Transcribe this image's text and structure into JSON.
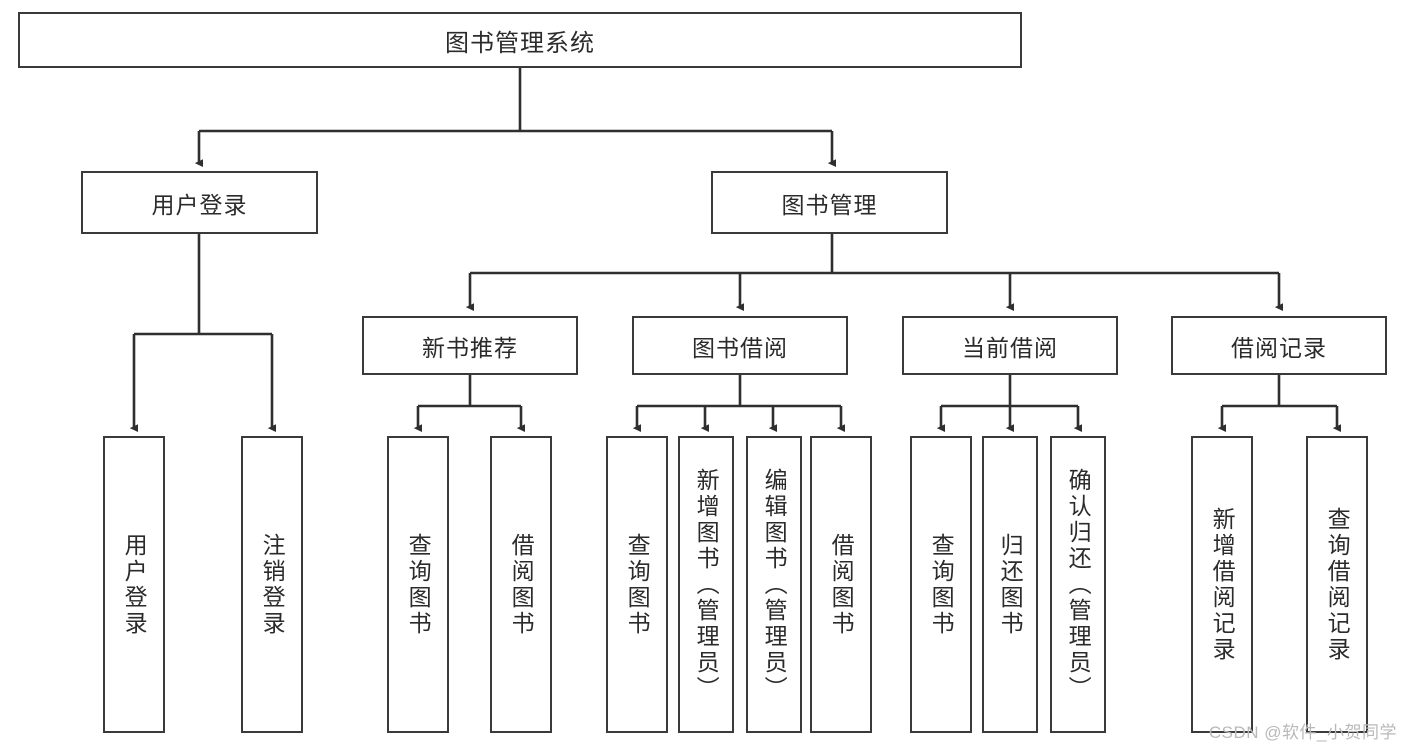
{
  "diagram": {
    "title": "图书管理系统",
    "type": "tree-hierarchy",
    "watermark": "CSDN @软件_小贺同学",
    "root": {
      "label": "图书管理系统"
    },
    "level1": [
      {
        "label": "用户登录"
      },
      {
        "label": "图书管理"
      }
    ],
    "level2": [
      {
        "label": "新书推荐"
      },
      {
        "label": "图书借阅"
      },
      {
        "label": "当前借阅"
      },
      {
        "label": "借阅记录"
      }
    ],
    "leaves": {
      "user_login": [
        {
          "label": "用户登录"
        },
        {
          "label": "注销登录"
        }
      ],
      "new_book_recommend": [
        {
          "label": "查询图书"
        },
        {
          "label": "借阅图书"
        }
      ],
      "book_borrow": [
        {
          "label": "查询图书"
        },
        {
          "label": "新增图书（管理员）"
        },
        {
          "label": "编辑图书（管理员）"
        },
        {
          "label": "借阅图书"
        }
      ],
      "current_borrow": [
        {
          "label": "查询图书"
        },
        {
          "label": "归还图书"
        },
        {
          "label": "确认归还（管理员）"
        }
      ],
      "borrow_record": [
        {
          "label": "新增借阅记录"
        },
        {
          "label": "查询借阅记录"
        }
      ]
    },
    "colors": {
      "stroke": "#3a3a3a",
      "text": "#2b2b2b",
      "background": "#ffffff",
      "watermark": "#b9b9b9"
    }
  }
}
